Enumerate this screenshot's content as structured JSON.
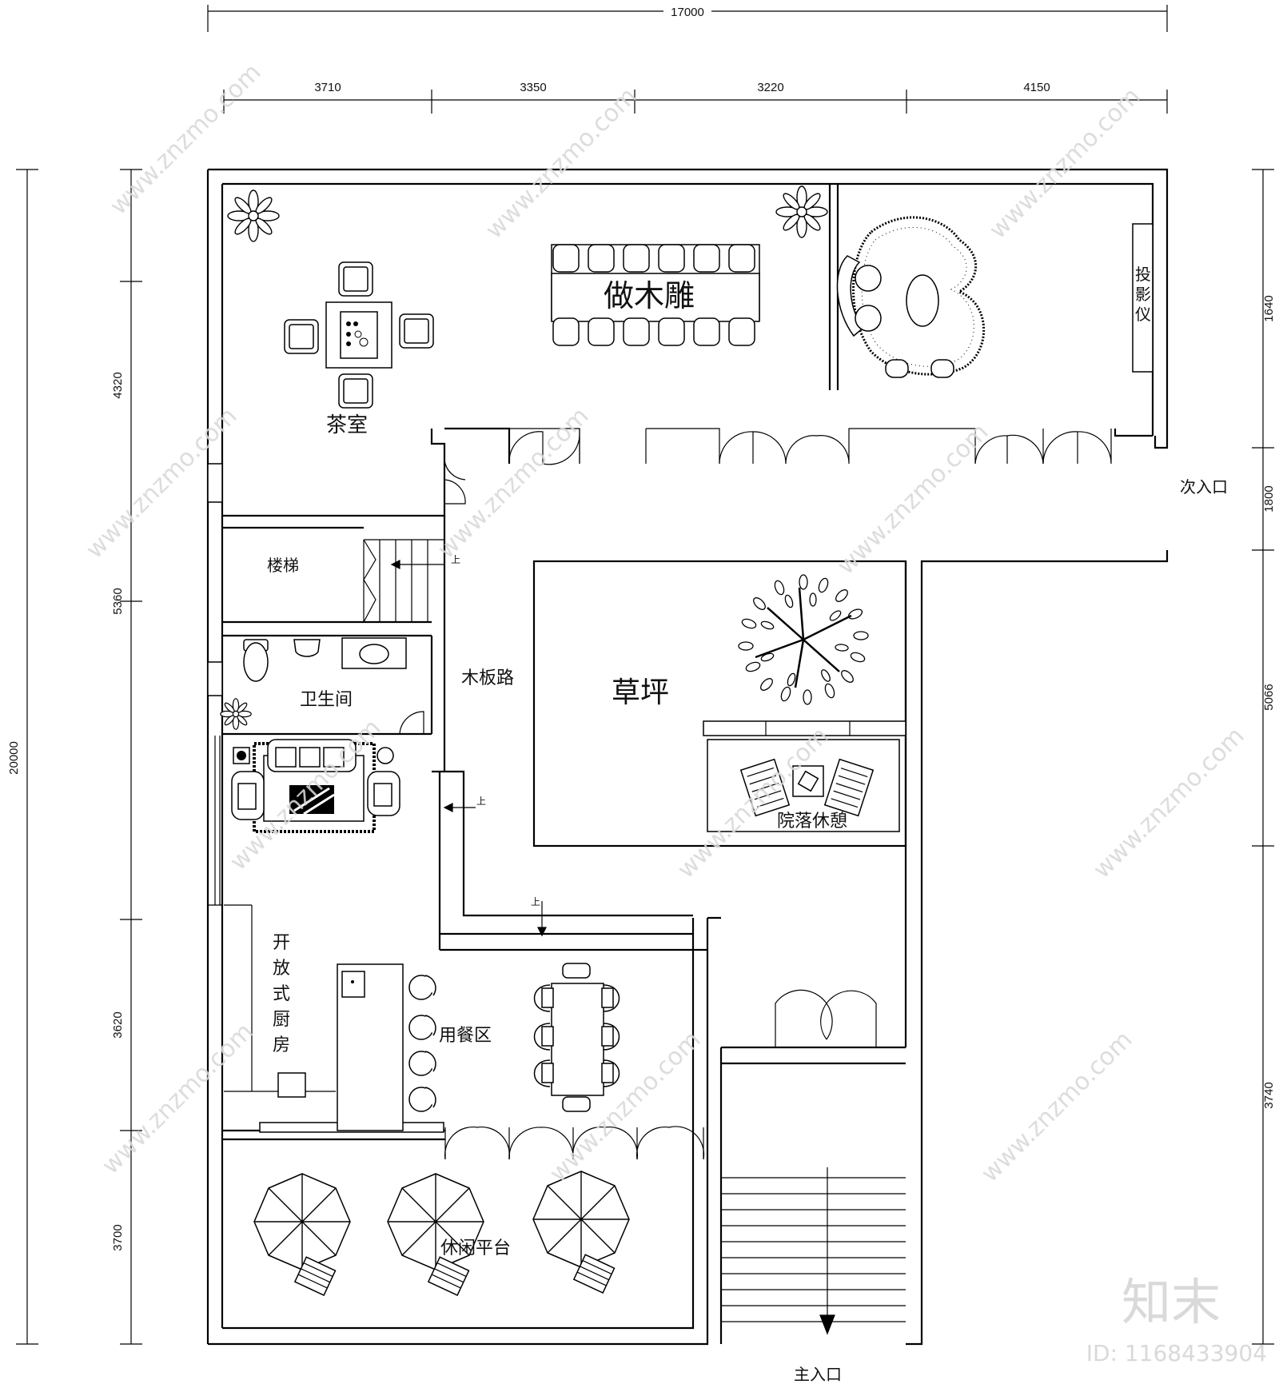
{
  "dimensions": {
    "total_width": "17000",
    "top": [
      "3710",
      "3350",
      "3220",
      "4150"
    ],
    "total_height": "20000",
    "left": [
      "4320",
      "5360",
      "3620",
      "3700"
    ],
    "right": [
      "1640",
      "1800",
      "5066",
      "3740"
    ]
  },
  "rooms": {
    "tea_room": "茶室",
    "wood_carving": "做木雕",
    "projector": [
      "投",
      "影",
      "仪"
    ],
    "secondary_entrance": "次入口",
    "stairs": "楼梯",
    "up_mark": "上",
    "bathroom": "卫生间",
    "boardwalk": "木板路",
    "lawn": "草坪",
    "courtyard_rest": "院落休憩",
    "open_kitchen": [
      "开",
      "放",
      "式",
      "厨",
      "房"
    ],
    "dining": "用餐区",
    "leisure_platform": "休闲平台",
    "main_entrance": "主入口"
  },
  "watermark": {
    "site": "www.znzmo.com",
    "brand": "知末",
    "id": "ID: 1168433904"
  }
}
